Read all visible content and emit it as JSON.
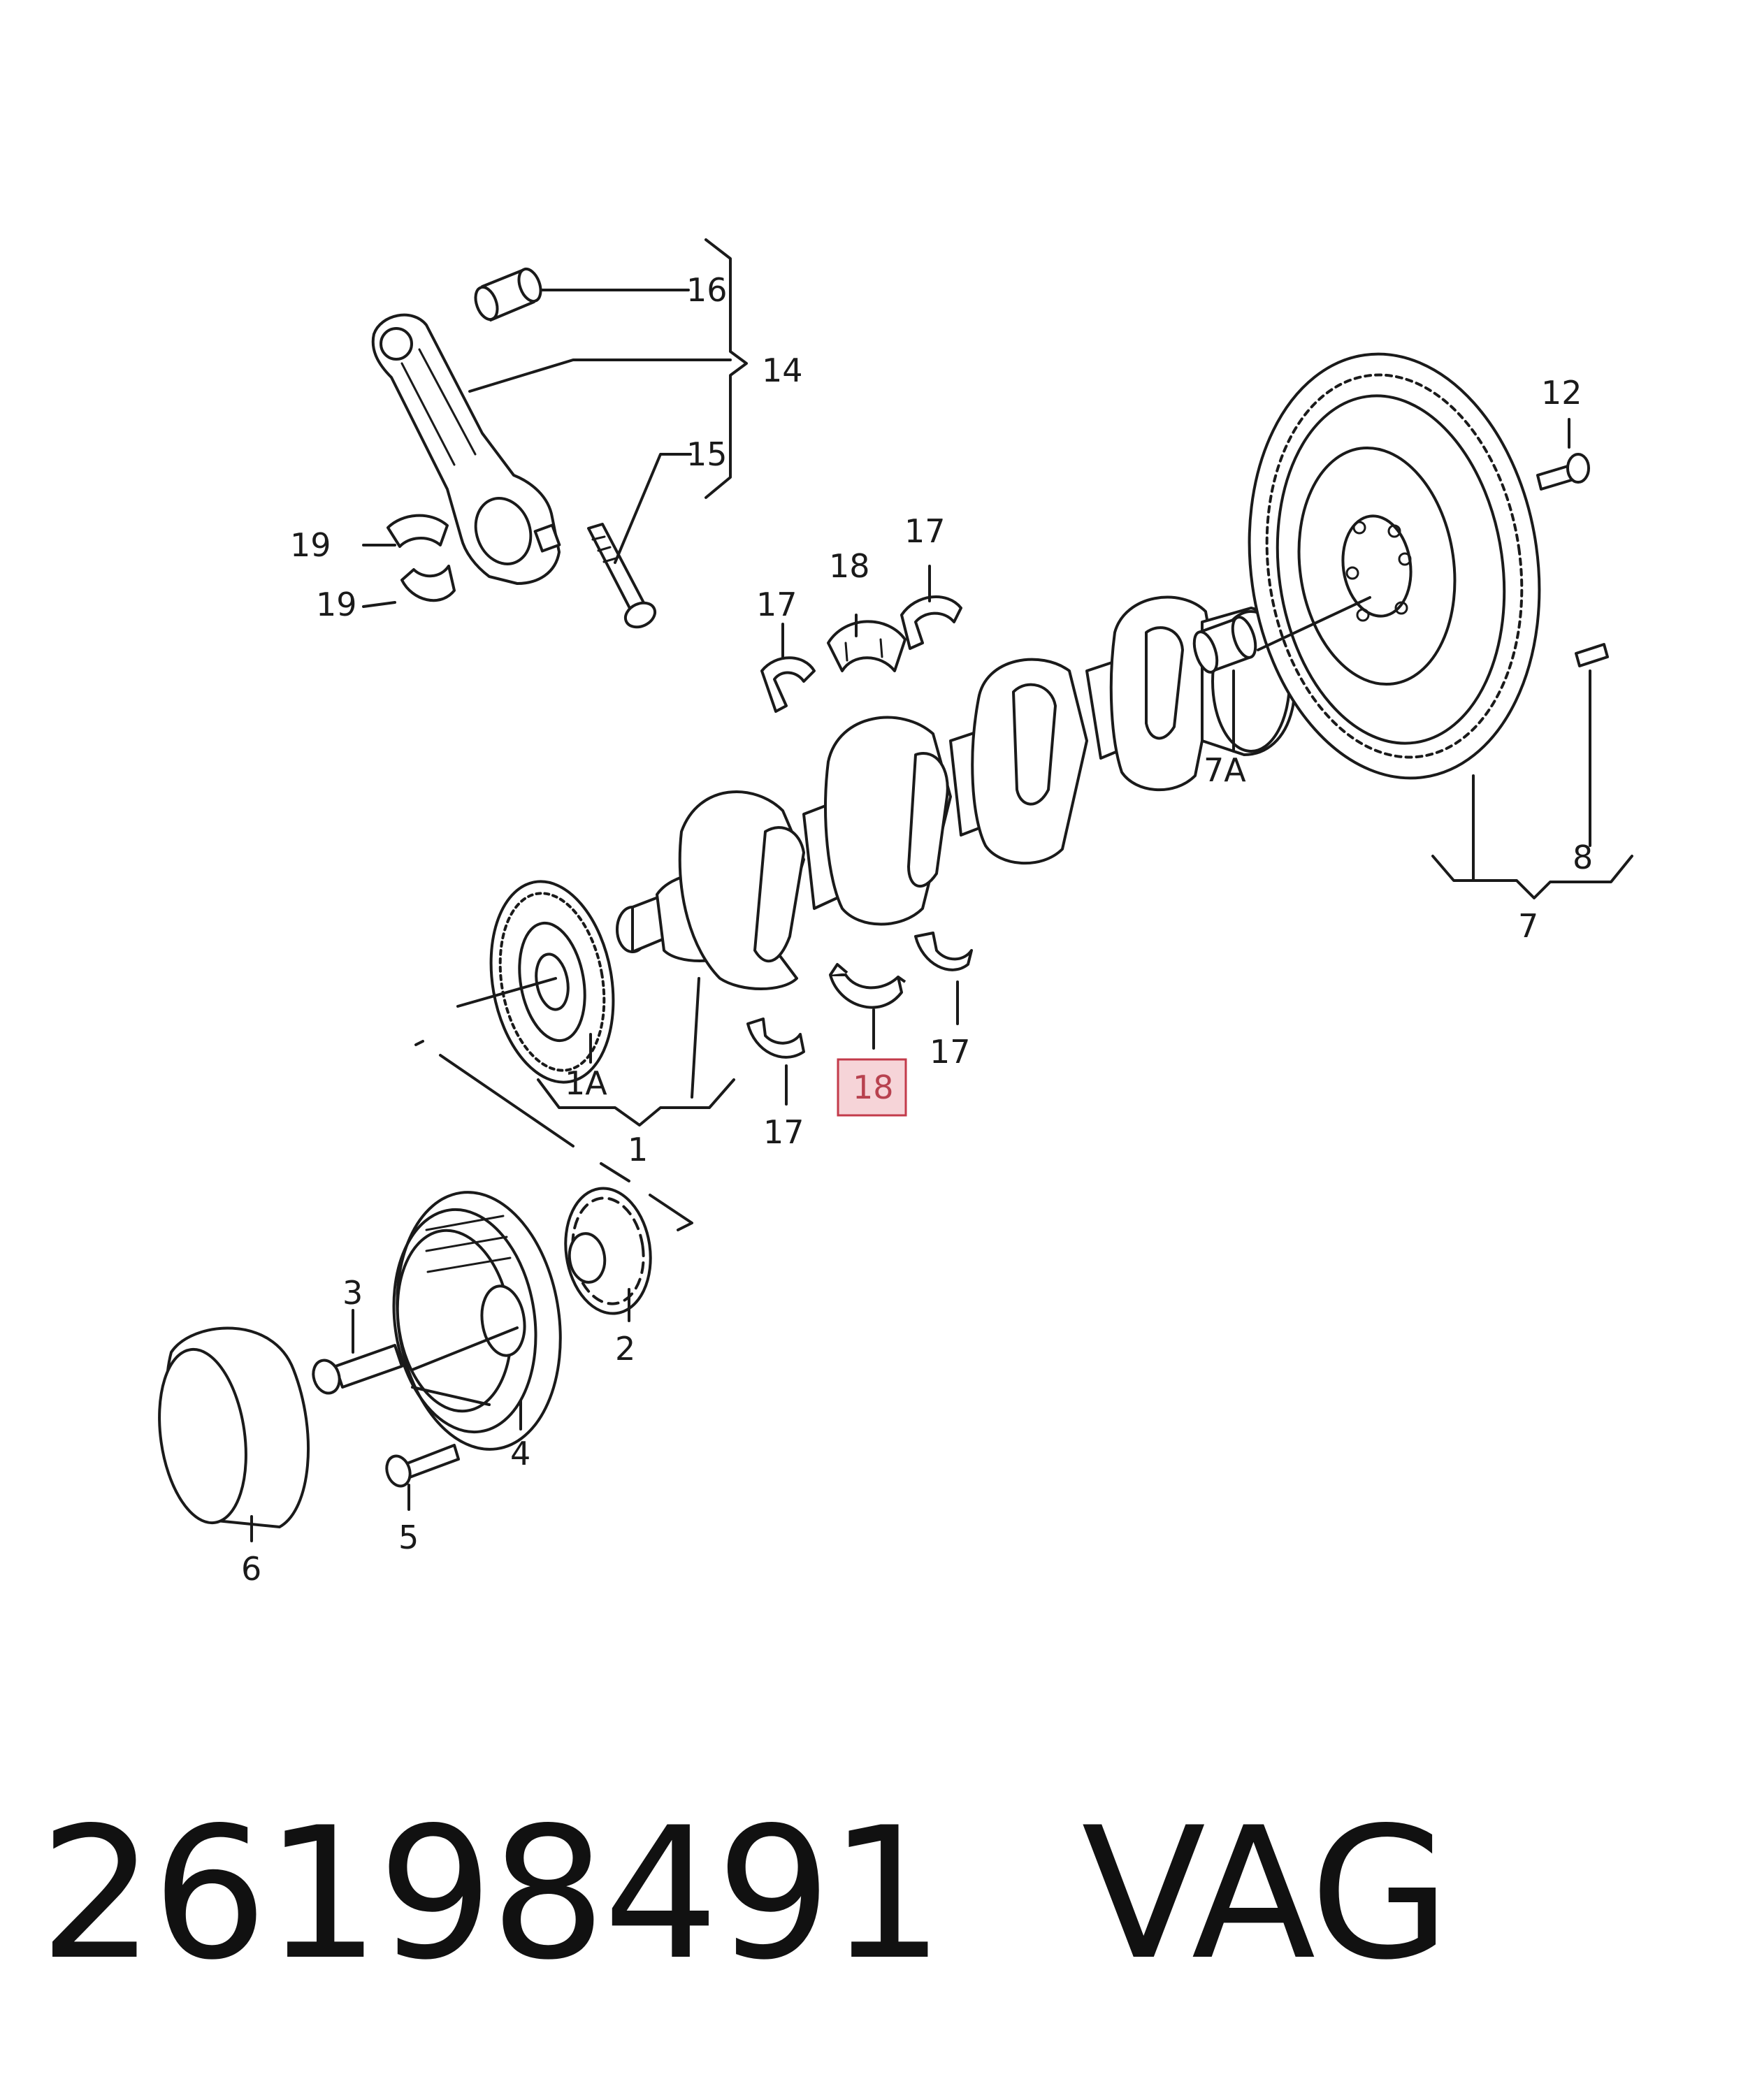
{
  "callouts": {
    "c16": "16",
    "c14": "14",
    "c15": "15",
    "c12": "12",
    "c19a": "19",
    "c19b": "19",
    "c17_top_right": "17",
    "c18_top": "18",
    "c17_top_left": "17",
    "c7A": "7A",
    "c8": "8",
    "c7": "7",
    "c1A": "1A",
    "c1": "1",
    "c18_bottom_highlight": "18",
    "c17_bottom_right": "17",
    "c17_bottom_left": "17",
    "c3": "3",
    "c2": "2",
    "c4": "4",
    "c5": "5",
    "c6": "6"
  },
  "highlight_color": "#f6d4d8",
  "highlight_border": "#c33a4a",
  "footer": {
    "part_number": "26198491",
    "brand": "VAG"
  }
}
